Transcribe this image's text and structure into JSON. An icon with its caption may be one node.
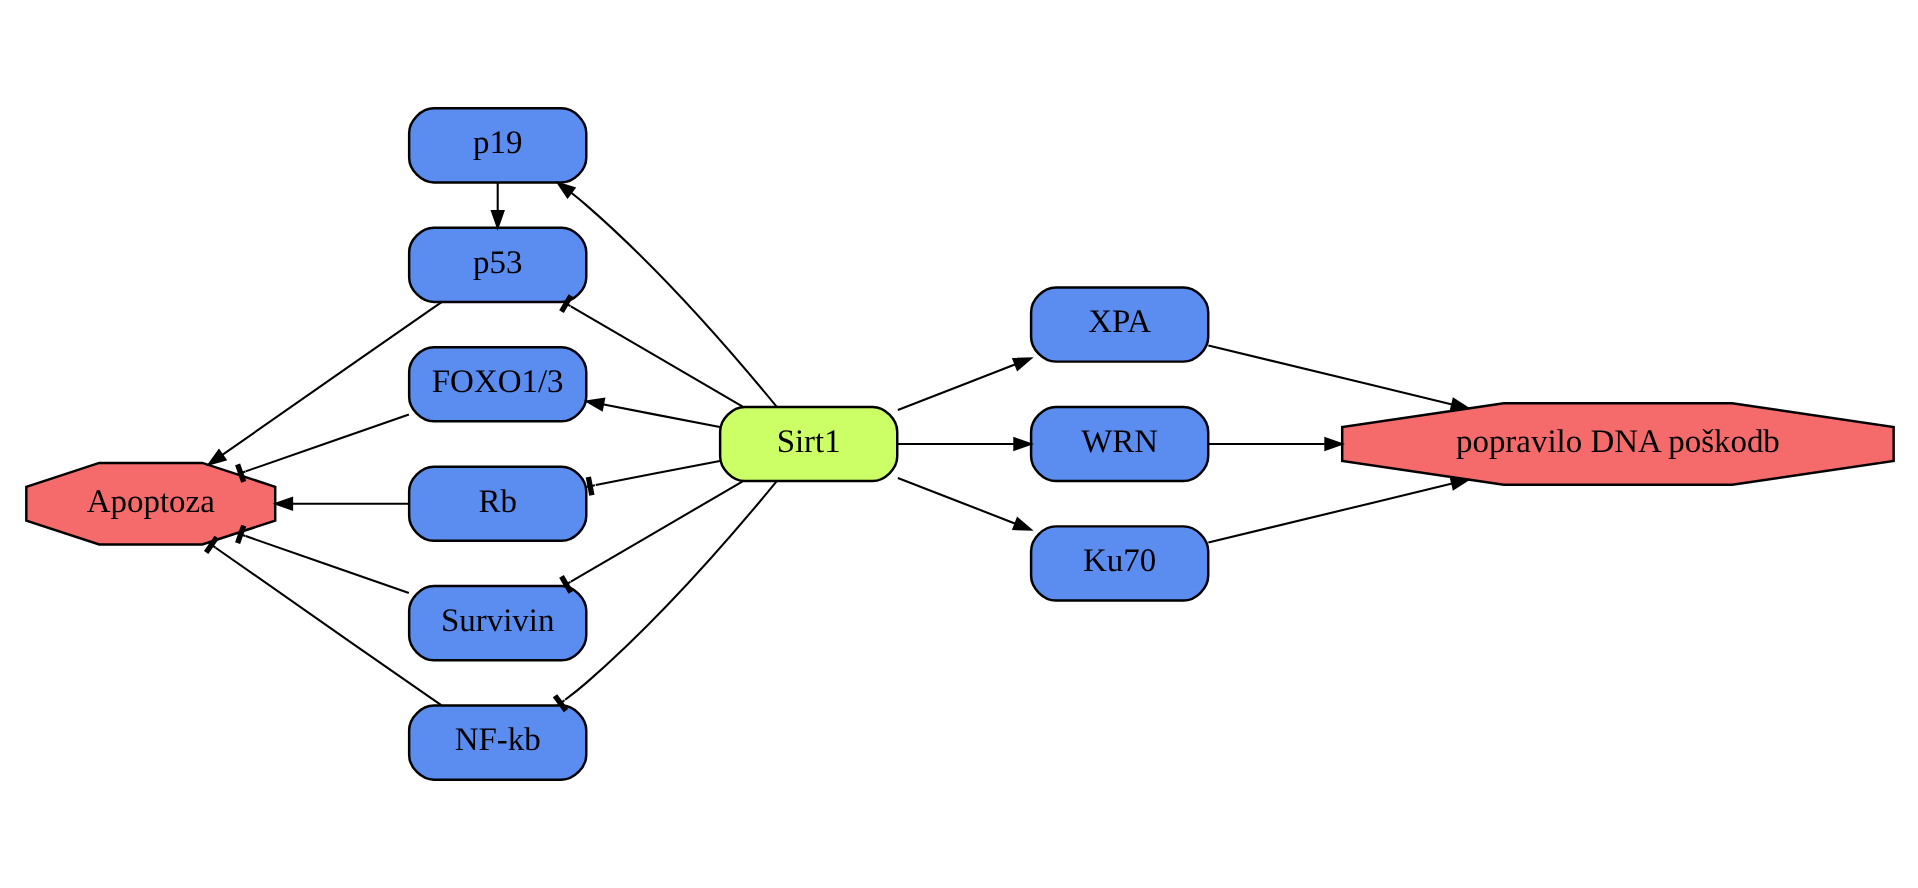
{
  "diagram": {
    "nodes": [
      {
        "text": [
          "FOXO1/3"
        ]
      },
      {
        "text": [
          "p19"
        ]
      },
      {
        "text": [
          "p53"
        ]
      },
      {
        "text": [
          "Rb"
        ]
      },
      {
        "text": [
          "Survivin"
        ]
      },
      {
        "text": [
          "NF-kb"
        ]
      },
      {
        "text": [
          "Apoptoza"
        ]
      },
      {
        "text": [
          "Sirt1"
        ]
      },
      {
        "text": [
          "XPA"
        ]
      },
      {
        "text": [
          "WRN"
        ]
      },
      {
        "text": [
          "Ku70"
        ]
      },
      {
        "text": [
          "popravilo DNA poškodb"
        ]
      }
    ],
    "edges": [
      {
        "from": 7,
        "to": 0,
        "arrow": "to"
      },
      {
        "from": 7,
        "to": 1,
        "arrow": "to"
      },
      {
        "from": 7,
        "to": 2,
        "arrow": "other"
      },
      {
        "from": 7,
        "to": 3,
        "arrow": "other"
      },
      {
        "from": 7,
        "to": 4,
        "arrow": "other"
      },
      {
        "from": 7,
        "to": 5,
        "arrow": "other"
      },
      {
        "from": 1,
        "to": 2,
        "arrow": "to"
      },
      {
        "from": 0,
        "to": 6,
        "arrow": "other"
      },
      {
        "from": 2,
        "to": 6,
        "arrow": "to"
      },
      {
        "from": 3,
        "to": 6,
        "arrow": "to"
      },
      {
        "from": 4,
        "to": 6,
        "arrow": "other"
      },
      {
        "from": 5,
        "to": 6,
        "arrow": "other"
      },
      {
        "from": 7,
        "to": 8,
        "arrow": "to"
      },
      {
        "from": 7,
        "to": 9,
        "arrow": "to"
      },
      {
        "from": 7,
        "to": 10,
        "arrow": "to"
      },
      {
        "from": 8,
        "to": 11,
        "arrow": "to"
      },
      {
        "from": 9,
        "to": 11,
        "arrow": "to"
      },
      {
        "from": 10,
        "to": 11,
        "arrow": "to"
      }
    ]
  }
}
